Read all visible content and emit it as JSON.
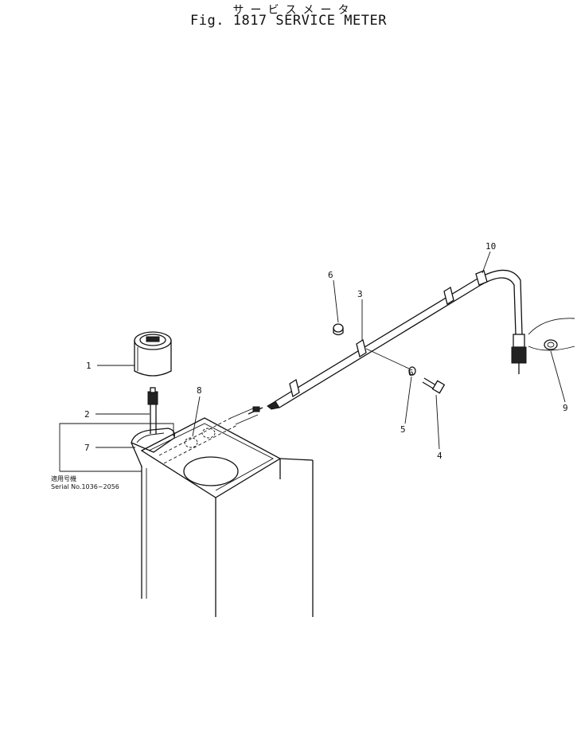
{
  "header": {
    "title_jp": "サービスメータ",
    "title_en": "Fig. 1817  SERVICE  METER"
  },
  "callouts": [
    {
      "id": "c1",
      "label": "1"
    },
    {
      "id": "c2",
      "label": "2"
    },
    {
      "id": "c3",
      "label": "3"
    },
    {
      "id": "c4",
      "label": "4"
    },
    {
      "id": "c5",
      "label": "5"
    },
    {
      "id": "c6a",
      "label": "6"
    },
    {
      "id": "c6b",
      "label": "6"
    },
    {
      "id": "c7",
      "label": "7"
    },
    {
      "id": "c8",
      "label": "8"
    },
    {
      "id": "c9",
      "label": "9"
    },
    {
      "id": "c10",
      "label": "10"
    }
  ],
  "serial_note": {
    "line1": "適用号機",
    "line2": "Serial No.1036~2056"
  }
}
